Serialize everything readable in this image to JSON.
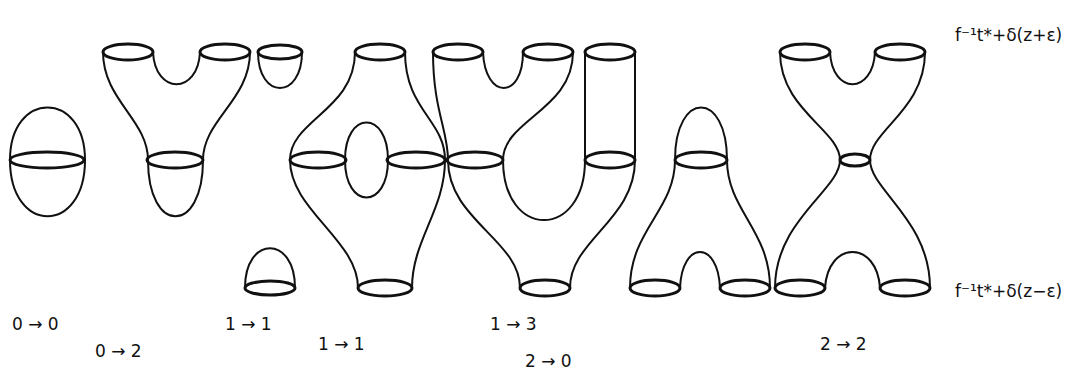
{
  "diagram": {
    "labels": [
      "f⁻¹t*+δ(z+ε)",
      "f⁻¹t*+δ(z−ε)",
      "0 → 0",
      "0 → 2",
      "1 → 1",
      "1 → 1",
      "1 → 3",
      "2 → 0",
      "2 → 2"
    ]
  }
}
